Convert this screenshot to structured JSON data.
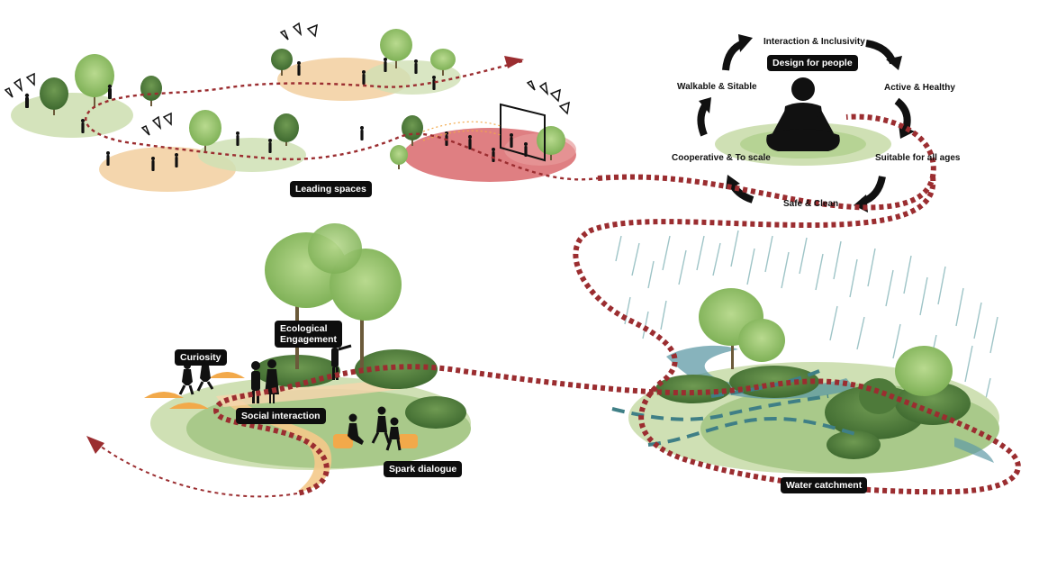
{
  "labels": {
    "leading_spaces": "Leading spaces",
    "design_for_people": "Design for people",
    "ecological": [
      "Ecological",
      "Engagement"
    ],
    "curiosity": "Curiosity",
    "social_interaction": "Social interaction",
    "spark_dialogue": "Spark dialogue",
    "water_catchment": "Water catchment"
  },
  "cycle_items": {
    "interaction": "Interaction & Inclusivity",
    "active": "Active & Healthy",
    "suitable": "Suitable for all ages",
    "safe": "Safe & Clean",
    "cooperative": "Cooperative & To scale",
    "walkable": "Walkable & Sitable"
  },
  "colors": {
    "path_red": "#9b2d30",
    "green_light": "#cfe0b4",
    "green_mid": "#9cc07c",
    "orange_light": "#f4d6ad",
    "orange": "#f2a94a",
    "red_zone": "#d9686c",
    "water": "#5f9aa6",
    "rain": "#9ec4c7",
    "tree_green": "#8cbf63",
    "shrub_green": "#5e8a45"
  },
  "icons": [
    "cycle-arrow-icon",
    "meditating-person-icon",
    "rain-icon",
    "arrowhead-icon"
  ]
}
